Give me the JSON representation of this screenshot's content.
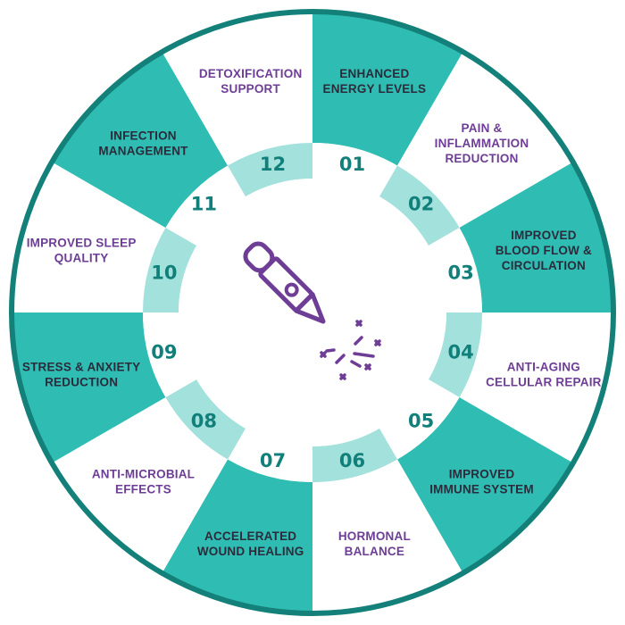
{
  "colors": {
    "teal": "#2fbdb3",
    "teal_light": "#a3e1dc",
    "rim": "#138079",
    "number": "#12807a",
    "purple": "#6e3d96",
    "dark_text": "#2b2b3b"
  },
  "center_icon": "laser-pen-sparkle-icon",
  "segments": [
    {
      "number": "01",
      "lines": [
        "ENHANCED",
        "ENERGY LEVELS"
      ]
    },
    {
      "number": "02",
      "lines": [
        "PAIN &",
        "INFLAMMATION",
        "REDUCTION"
      ]
    },
    {
      "number": "03",
      "lines": [
        "IMPROVED",
        "BLOOD FLOW &",
        "CIRCULATION"
      ]
    },
    {
      "number": "04",
      "lines": [
        "ANTI-AGING",
        "CELLULAR REPAIR"
      ]
    },
    {
      "number": "05",
      "lines": [
        "IMPROVED",
        "IMMUNE SYSTEM"
      ]
    },
    {
      "number": "06",
      "lines": [
        "HORMONAL",
        "BALANCE"
      ]
    },
    {
      "number": "07",
      "lines": [
        "ACCELERATED",
        "WOUND HEALING"
      ]
    },
    {
      "number": "08",
      "lines": [
        "ANTI-MICROBIAL",
        "EFFECTS"
      ]
    },
    {
      "number": "09",
      "lines": [
        "STRESS & ANXIETY",
        "REDUCTION"
      ]
    },
    {
      "number": "10",
      "lines": [
        "IMPROVED SLEEP",
        "QUALITY"
      ]
    },
    {
      "number": "11",
      "lines": [
        "INFECTION",
        "MANAGEMENT"
      ]
    },
    {
      "number": "12",
      "lines": [
        "DETOXIFICATION",
        "SUPPORT"
      ]
    }
  ]
}
